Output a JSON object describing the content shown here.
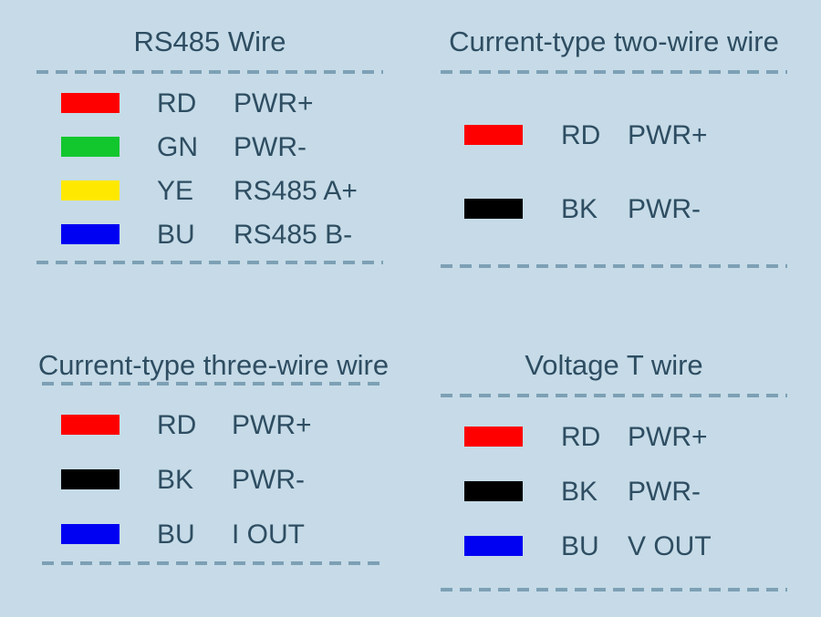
{
  "colors": {
    "background": "#c6dbe7",
    "text": "#2e4d62",
    "dash": "#7da0b5",
    "red": "#ff0000",
    "green": "#12c62e",
    "yellow": "#ffe800",
    "blue": "#0000f2",
    "black": "#000000"
  },
  "panels": [
    {
      "id": "rs485-wire",
      "title": "RS485 Wire",
      "rows": [
        {
          "swatch": "#ff0000",
          "code": "RD",
          "signal": "PWR+"
        },
        {
          "swatch": "#12c62e",
          "code": "GN",
          "signal": "PWR-"
        },
        {
          "swatch": "#ffe800",
          "code": "YE",
          "signal": "RS485 A+"
        },
        {
          "swatch": "#0000f2",
          "code": "BU",
          "signal": "RS485 B-"
        }
      ]
    },
    {
      "id": "current-two-wire",
      "title": "Current-type two-wire wire",
      "rows": [
        {
          "swatch": "#ff0000",
          "code": "RD",
          "signal": "PWR+"
        },
        {
          "swatch": "#000000",
          "code": "BK",
          "signal": "PWR-"
        }
      ]
    },
    {
      "id": "current-three-wire",
      "title": "Current-type three-wire wire",
      "rows": [
        {
          "swatch": "#ff0000",
          "code": "RD",
          "signal": "PWR+"
        },
        {
          "swatch": "#000000",
          "code": "BK",
          "signal": "PWR-"
        },
        {
          "swatch": "#0000f2",
          "code": "BU",
          "signal": "I OUT"
        }
      ]
    },
    {
      "id": "voltage-t-wire",
      "title": "Voltage T wire",
      "rows": [
        {
          "swatch": "#ff0000",
          "code": "RD",
          "signal": "PWR+"
        },
        {
          "swatch": "#000000",
          "code": "BK",
          "signal": "PWR-"
        },
        {
          "swatch": "#0000f2",
          "code": "BU",
          "signal": "V OUT"
        }
      ]
    }
  ]
}
